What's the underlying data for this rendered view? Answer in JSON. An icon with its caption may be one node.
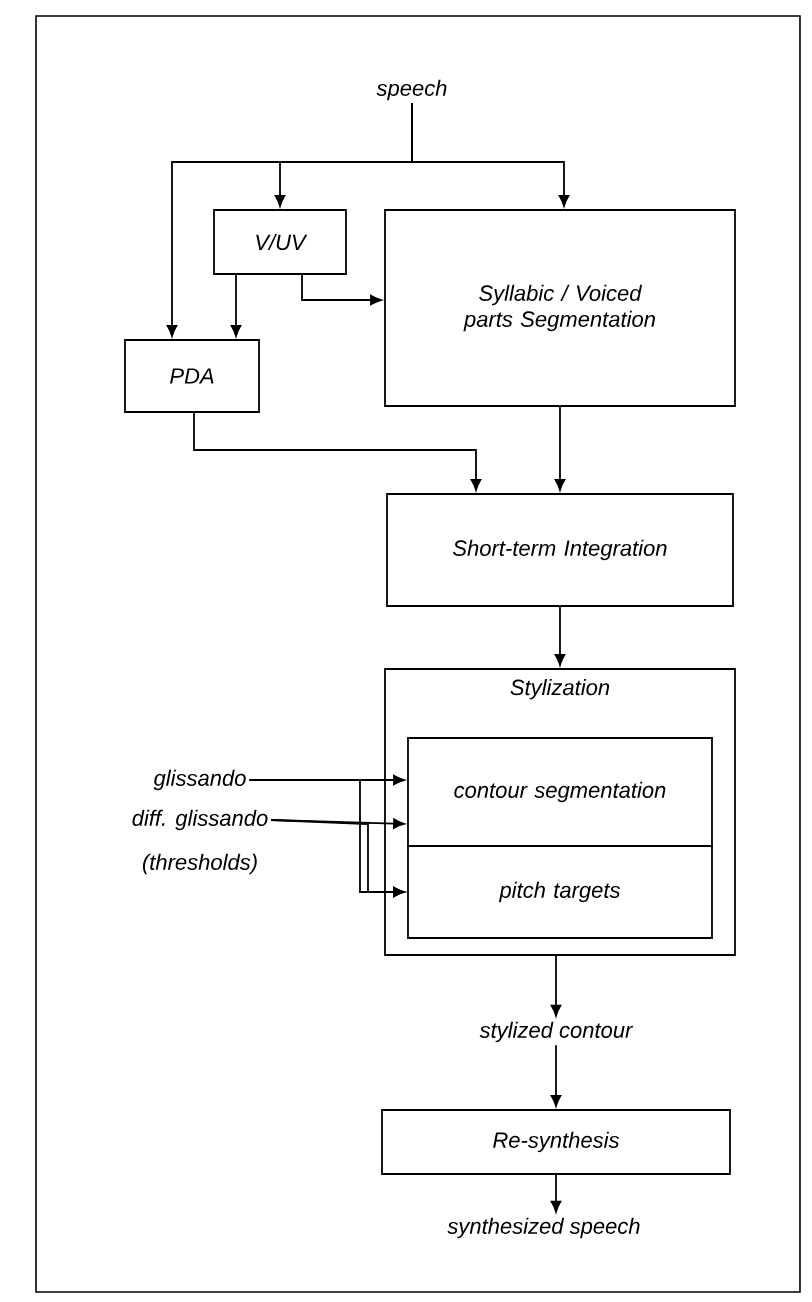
{
  "diagram": {
    "nodes": [
      {
        "text": [
          "speech"
        ]
      },
      {
        "text": [
          "V/UV"
        ]
      },
      {
        "text": [
          "Syllabic / Voiced parts Segmentation"
        ]
      },
      {
        "text": [
          "PDA"
        ]
      },
      {
        "text": [
          "Short-term Integration"
        ]
      },
      {
        "text": [
          "Stylization"
        ]
      },
      {
        "text": [
          "contour segmentation"
        ],
        "in": 5
      },
      {
        "text": [
          "pitch targets"
        ],
        "in": 5
      },
      {
        "text": [
          "glissando"
        ]
      },
      {
        "text": [
          "diff. glissando"
        ]
      },
      {
        "text": [
          "stylized contour"
        ]
      },
      {
        "text": [
          "Re-synthesis"
        ]
      },
      {
        "text": [
          "synthesized speech"
        ]
      }
    ],
    "edges": [
      {
        "from": 0,
        "to": 1,
        "arrow": "to"
      },
      {
        "from": 0,
        "to": 2,
        "arrow": "to"
      },
      {
        "from": 0,
        "to": 3,
        "arrow": "to"
      },
      {
        "from": 1,
        "to": 3,
        "arrow": "to"
      },
      {
        "from": 1,
        "to": 2,
        "arrow": "to"
      },
      {
        "from": 3,
        "to": 4,
        "arrow": "to"
      },
      {
        "from": 2,
        "to": 4,
        "arrow": "to"
      },
      {
        "from": 4,
        "to": 5,
        "arrow": "to"
      },
      {
        "from": 8,
        "to": 6,
        "arrow": "to"
      },
      {
        "from": 9,
        "to": 6,
        "arrow": "to"
      },
      {
        "from": 8,
        "to": 7,
        "arrow": "to"
      },
      {
        "from": 9,
        "to": 7,
        "arrow": "to"
      },
      {
        "from": 5,
        "to": 10,
        "arrow": "to"
      },
      {
        "from": 10,
        "to": 11,
        "arrow": "to"
      },
      {
        "from": 11,
        "to": 12,
        "arrow": "to"
      }
    ],
    "labels": [
      "(thresholds)"
    ]
  }
}
